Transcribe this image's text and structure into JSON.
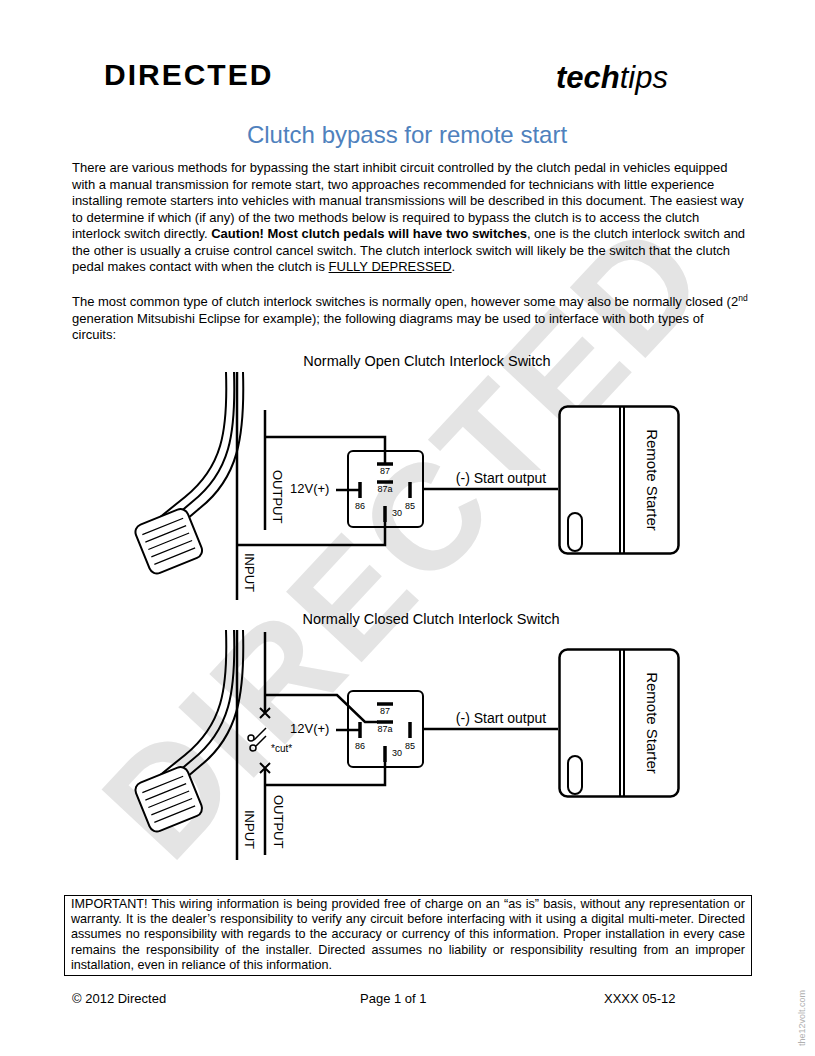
{
  "diagram": {
    "title": "Clutch bypass for remote start",
    "nodes": [
      {
        "text": [
          "87",
          "87a",
          "86",
          "85",
          "30"
        ]
      },
      {
        "text": [
          "Remote Starter"
        ]
      },
      {
        "text": [
          "87",
          "87a",
          "86",
          "85",
          "30"
        ]
      },
      {
        "text": [
          "Remote Starter"
        ]
      },
      {
        "text": [
          "IMPORTANT! This wiring information is being provided free of charge on an “as is” basis, without any representation or warranty. It is the dealer’s responsibility to verify any circuit before interfacing with it using a digital multi-meter. Directed assumes no responsibility with regards to the accuracy or currency of this information. Proper installation in every case remains the responsibility of the installer. Directed assumes no liability or responsibility resulting from an improper installation, even in reliance of this information."
        ]
      }
    ],
    "edges": [
      {
        "from": 0,
        "to": 1,
        "arrow": "none",
        "label": "(-) Start output"
      },
      {
        "from": 2,
        "to": 3,
        "arrow": "none",
        "label": "(-) Start output"
      }
    ],
    "labels": [
      "DIRECTED",
      "tech",
      "tips",
      "There are various methods for bypassing the start inhibit circuit controlled by the clutch pedal in vehicles equipped with a manual transmission for remote start, two approaches recommended for technicians with little experience installing remote starters into vehicles with manual transmissions will be described in this document. The easiest way to determine if which (if any) of the two methods below is required to bypass the clutch is to access the clutch interlock switch directly.",
      "Caution! Most clutch pedals will have two switches",
      ", one is the clutch interlock switch and the other is usually a cruise control cancel switch. The clutch interlock switch will likely be the switch that the clutch pedal makes contact with when the clutch is",
      "FULLY DEPRESSED",
      ".",
      "The most common type of clutch interlock switches is normally open, however some may also be normally closed (2",
      "nd",
      "generation Mitsubishi Eclipse for example); the following diagrams may be used to interface with both types of circuits:",
      "Normally Open Clutch Interlock Switch",
      "12V(+)",
      "OUTPUT",
      "INPUT",
      "Normally Closed Clutch Interlock Switch",
      "12V(+)",
      "*cut*",
      "INPUT",
      "OUTPUT",
      "DIRECTED",
      "© 2012 Directed",
      "Page 1 of 1",
      "XXXX 05-12",
      "the12volt.com"
    ]
  }
}
